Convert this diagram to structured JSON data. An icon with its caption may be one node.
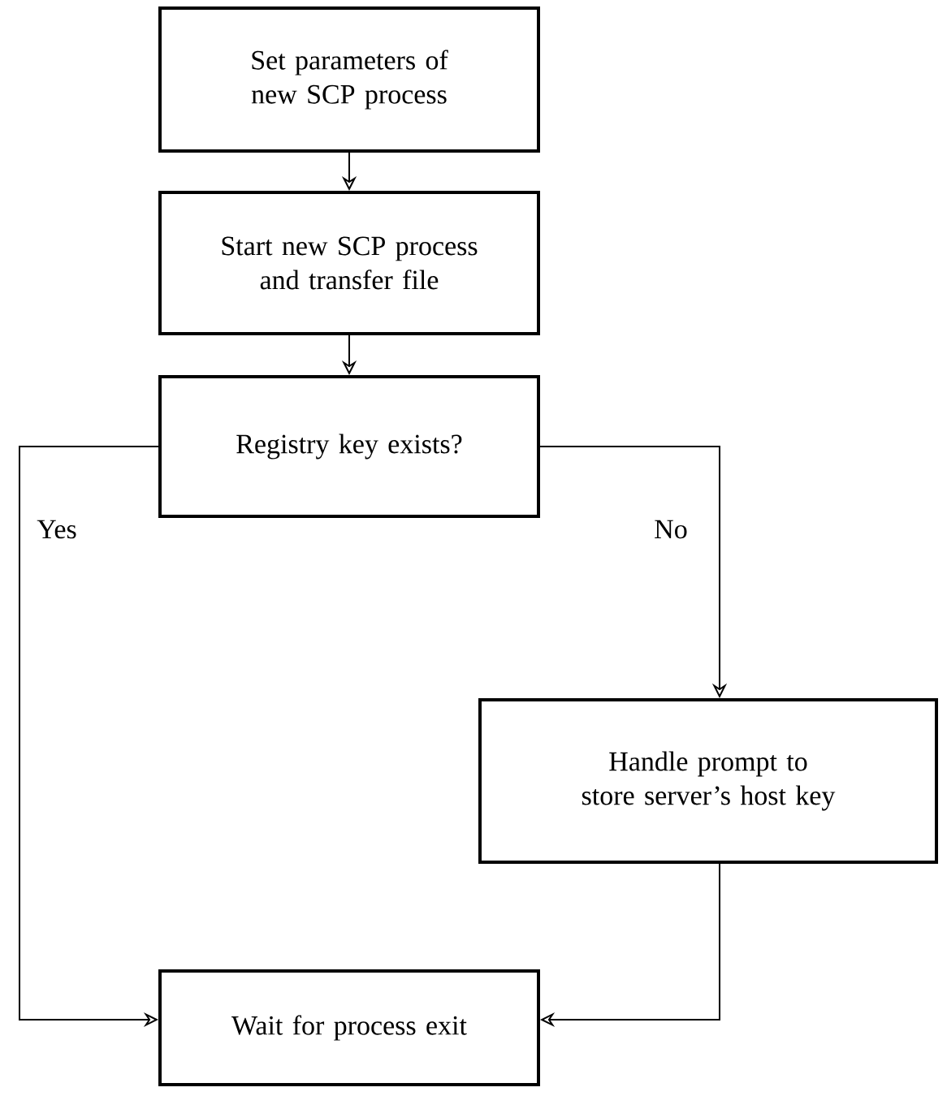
{
  "diagram": {
    "nodes": [
      {
        "text": [
          "Set parameters of new SCP process"
        ]
      },
      {
        "text": [
          "Start new SCP process and transfer file"
        ]
      },
      {
        "text": [
          "Registry key exists?"
        ]
      },
      {
        "text": [
          "Handle prompt to store server’s host key"
        ]
      },
      {
        "text": [
          "Wait for process exit"
        ]
      }
    ],
    "edges": [
      {
        "from": 0,
        "to": 1,
        "arrow": "to"
      },
      {
        "from": 1,
        "to": 2,
        "arrow": "to"
      },
      {
        "from": 2,
        "to": 4,
        "arrow": "to",
        "label": "Yes"
      },
      {
        "from": 2,
        "to": 3,
        "arrow": "to",
        "label": "No"
      },
      {
        "from": 3,
        "to": 4,
        "arrow": "to"
      }
    ]
  }
}
